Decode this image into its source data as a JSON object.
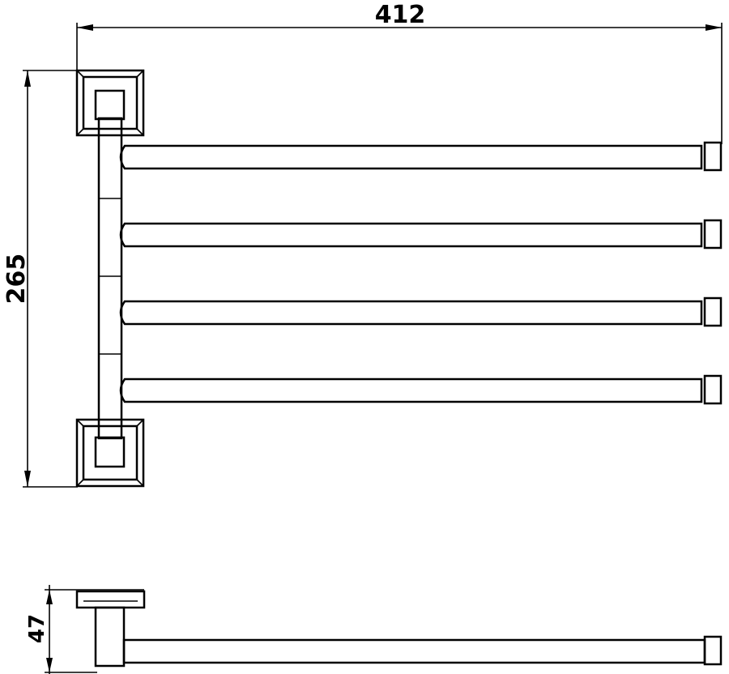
{
  "dimensions": {
    "width": "412",
    "height": "265",
    "depth": "47"
  }
}
